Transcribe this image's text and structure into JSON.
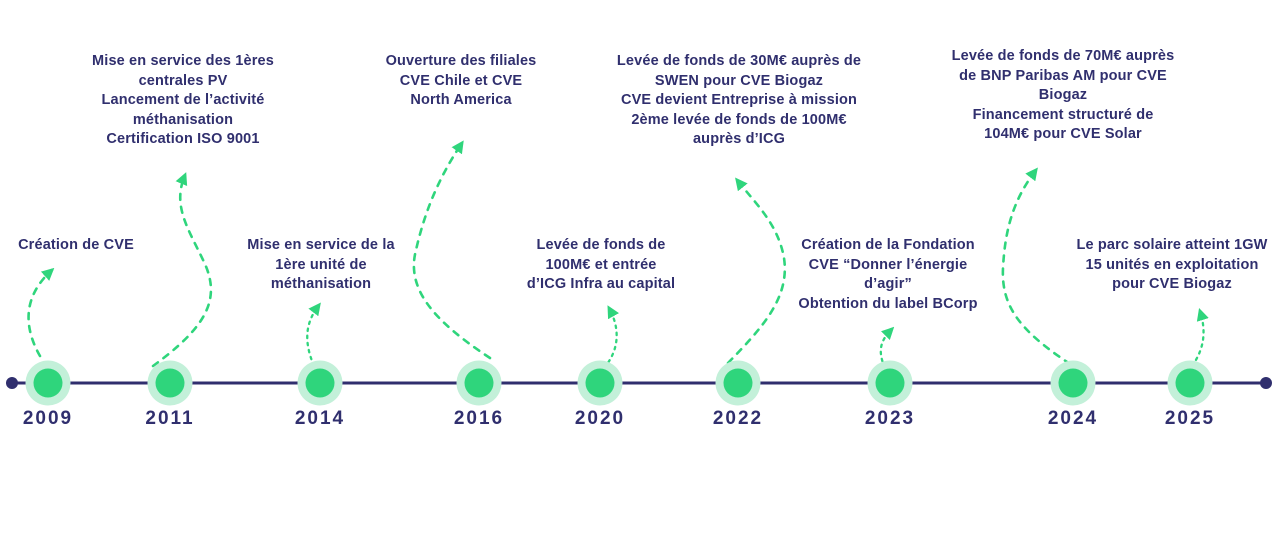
{
  "colors": {
    "navy": "#302f6e",
    "green": "#2fd57c",
    "halo": "#c3f0d9",
    "bg": "#ffffff"
  },
  "timeline": {
    "type": "horizontal-milestone-timeline",
    "milestones": [
      {
        "year": "2009",
        "text": "Création de CVE"
      },
      {
        "year": "2011",
        "text": "Mise en service des 1ères\ncentrales PV\nLancement de l’activité\nméthanisation\nCertification ISO 9001"
      },
      {
        "year": "2014",
        "text": "Mise en service de la\n1ère unité de\nméthanisation"
      },
      {
        "year": "2016",
        "text": "Ouverture des filiales\nCVE Chile et CVE\nNorth America"
      },
      {
        "year": "2020",
        "text": "Levée de fonds de\n100M€ et entrée\nd’ICG Infra au capital"
      },
      {
        "year": "2022",
        "text": "Levée de fonds de 30M€ auprès de\nSWEN pour CVE Biogaz\nCVE devient Entreprise à mission\n2ème levée de fonds de 100M€\nauprès d’ICG"
      },
      {
        "year": "2023",
        "text": "Création de la Fondation\nCVE “Donner l’énergie\nd’agir”\nObtention du label BCorp"
      },
      {
        "year": "2024",
        "text": "Levée de fonds de 70M€ auprès\nde BNP Paribas AM pour CVE\nBiogaz\nFinancement structuré de\n104M€ pour CVE Solar"
      },
      {
        "year": "2025",
        "text": "Le parc solaire atteint 1GW\n15 unités en exploitation\npour CVE Biogaz"
      }
    ]
  }
}
